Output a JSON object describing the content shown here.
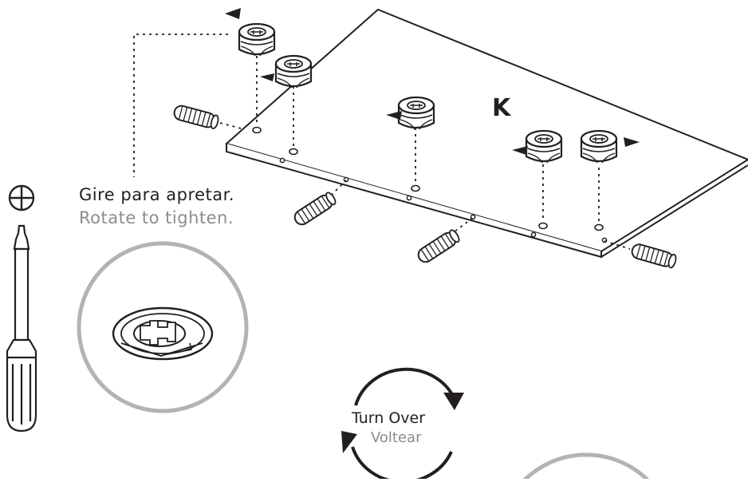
{
  "part": {
    "letter": "K"
  },
  "instruction": {
    "spanish": "Gire para apretar.",
    "english": "Rotate to tighten."
  },
  "turn_over": {
    "english": "Turn Over",
    "spanish": "Voltear"
  },
  "colors": {
    "ink": "#231f20",
    "secondary_text": "#8c8c8c",
    "detail_circle": "#b3b3b3"
  },
  "icons": [
    "phillips-head-icon",
    "screwdriver-icon",
    "cam-lock-icon",
    "dowel-icon",
    "rotate-arrows-icon"
  ]
}
